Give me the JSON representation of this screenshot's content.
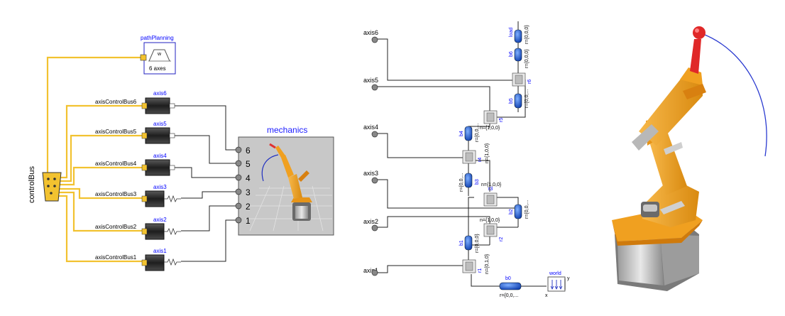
{
  "left_diagram": {
    "bus_label": "controlBus",
    "path_planning": {
      "name": "pathPlanning",
      "label": "6 axes"
    },
    "axes": [
      {
        "bus": "axisControlBus6",
        "name": "axis6"
      },
      {
        "bus": "axisControlBus5",
        "name": "axis5"
      },
      {
        "bus": "axisControlBus4",
        "name": "axis4"
      },
      {
        "bus": "axisControlBus3",
        "name": "axis3"
      },
      {
        "bus": "axisControlBus2",
        "name": "axis2"
      },
      {
        "bus": "axisControlBus1",
        "name": "axis1"
      }
    ],
    "mechanics": {
      "title": "mechanics",
      "ports": [
        "6",
        "5",
        "4",
        "3",
        "2",
        "1"
      ]
    }
  },
  "right_diagram": {
    "axis_labels": [
      "axis6",
      "axis5",
      "axis4",
      "axis3",
      "axis2",
      "axis1"
    ],
    "bodies": {
      "load": "load",
      "b6": "b6",
      "b5": "b5",
      "b4": "b4",
      "b3": "b3",
      "b2": "b2",
      "b1": "b1",
      "b0": "b0"
    },
    "revolutes": {
      "r6": "r6",
      "r5": "r5",
      "r4": "r4",
      "r3": "r3",
      "r2": "r2",
      "r1": "r1"
    },
    "params": {
      "load": "r={0,0,0}",
      "b6": "r={0,0,0}",
      "b5": "r={0,0,...",
      "r5": "n={1,0,0}",
      "b4": "r={0,0,...",
      "r4": "n={1,0,0}",
      "b3": "r={0,0,...",
      "r3": "n={1,0,0}",
      "b2": "r={0,0,...",
      "r2": "n={1,0,0}",
      "b1": "r={0,0,0}",
      "r1": "n={0,1,0}",
      "b0": "r={0,0,..."
    },
    "world": {
      "name": "world",
      "x": "x",
      "y": "y"
    }
  },
  "colors": {
    "bus": "#f2c230",
    "wire": "#000000",
    "body_blue": "#1f5fd0",
    "robot_orange": "#f0a020",
    "mechanics_bg": "#c8c8c8",
    "label_blue": "#0000ff"
  }
}
